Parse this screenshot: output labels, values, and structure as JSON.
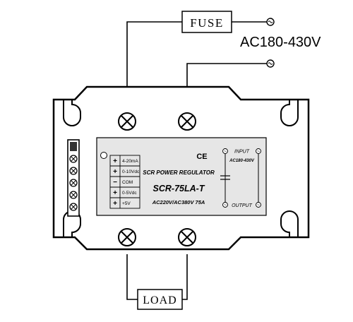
{
  "fuse_label": "FUSE",
  "load_label": "LOAD",
  "supply_voltage": "AC180-430V",
  "label_plate": {
    "ce_mark": "CE",
    "title": "SCR POWER REGULATOR",
    "model": "SCR-75LA-T",
    "rating": "AC220V/AC380V 75A",
    "input_label": "INPUT",
    "input_voltage": "AC180-430V",
    "output_label": "OUTPUT",
    "control_terminals": [
      {
        "sign": "+",
        "label": "4-20mA"
      },
      {
        "sign": "+",
        "label": "0-10Vdc"
      },
      {
        "sign": "−",
        "label": "COM"
      },
      {
        "sign": "+",
        "label": "0-5Vdc"
      },
      {
        "sign": "+",
        "label": "+5V"
      }
    ]
  },
  "ac_symbol": "~",
  "colors": {
    "line": "#000000",
    "plate_fill": "#e6e6e6",
    "background": "#ffffff"
  }
}
